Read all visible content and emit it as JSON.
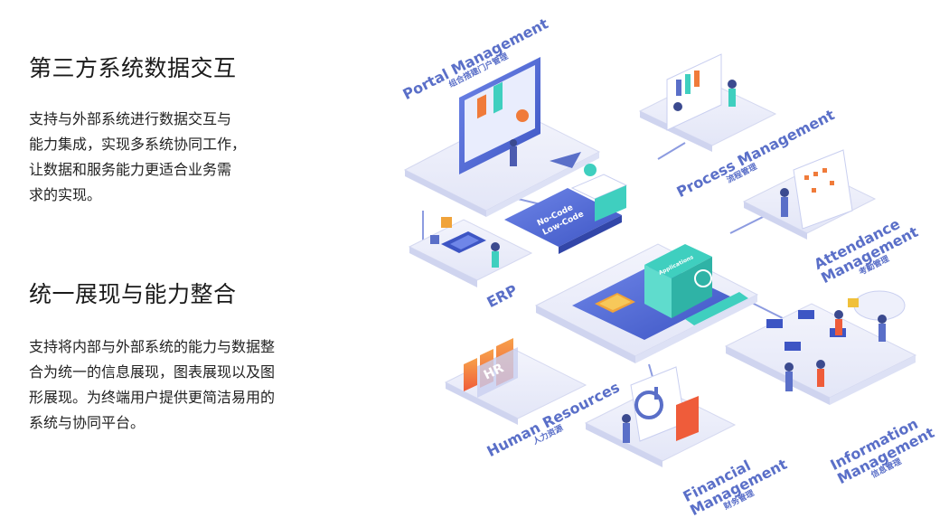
{
  "sections": [
    {
      "title": "第三方系统数据交互",
      "body_lines": [
        "支持与外部系统进行数据交互与",
        "能力集成，实现多系统协同工作，",
        "让数据和服务能力更适合业务需",
        "求的实现。"
      ]
    },
    {
      "title": "统一展现与能力整合",
      "body_lines": [
        "支持将内部与外部系统的能力与数据整",
        "合为统一的信息展现，图表展现以及图",
        "形展现。为终端用户提供更简洁易用的",
        "系统与协同平台。"
      ]
    }
  ],
  "illustration": {
    "modules": [
      {
        "en": "Portal Management",
        "cn": "组合搭建门户管理"
      },
      {
        "en": "Process Management",
        "cn": "流程管理"
      },
      {
        "en": "Attendance",
        "en2": "Management",
        "cn": "考勤管理"
      },
      {
        "en": "ERP",
        "cn": ""
      },
      {
        "en": "Human Resources",
        "cn": "人力资源"
      },
      {
        "en": "Financial",
        "en2": "Management",
        "cn": "财务管理"
      },
      {
        "en": "Information",
        "en2": "Management",
        "cn": "信息管理"
      }
    ],
    "chips": {
      "nocode": "No-Code",
      "lowcode": "Low-Code",
      "hr": "HR",
      "app": "Applications"
    },
    "colors": {
      "primary": "#5a6fc8",
      "accent": "#3fcfbf",
      "orange": "#f07b3a",
      "platform": "#eef0fb"
    }
  }
}
